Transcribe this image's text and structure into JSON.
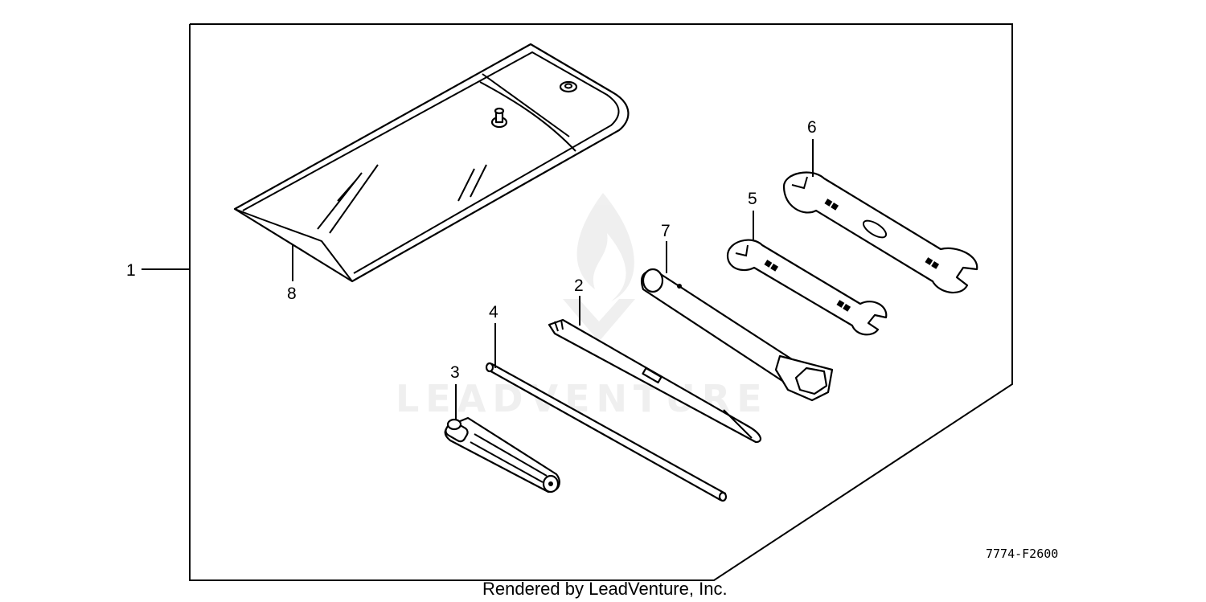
{
  "callouts": [
    "1",
    "2",
    "3",
    "4",
    "5",
    "6",
    "7",
    "8"
  ],
  "figure_ref": "7774-F2600",
  "credit": "Rendered by LeadVenture, Inc.",
  "watermark": "LEADVENTURE",
  "colors": {
    "ink": "#000000",
    "watermark": "#e6e6e6"
  }
}
